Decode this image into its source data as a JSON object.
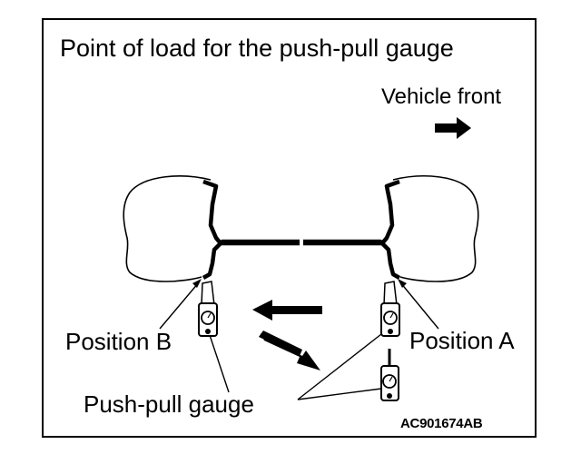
{
  "title": "Point of load for the push-pull gauge",
  "vehicle_front": "Vehicle front",
  "position_b": "Position B",
  "position_a": "Position A",
  "push_pull_gauge": "Push-pull gauge",
  "figure_code": "AC901674AB",
  "colors": {
    "line": "#000000",
    "background": "#ffffff"
  }
}
